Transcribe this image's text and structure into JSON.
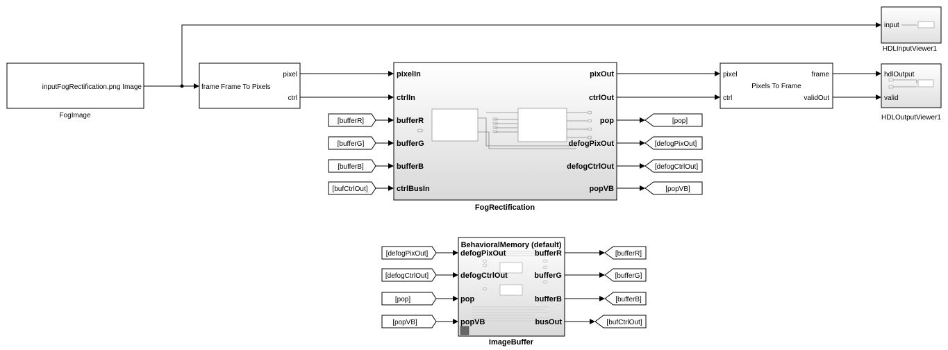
{
  "blocks": {
    "fog_image": {
      "content": "inputFogRectification.png Image",
      "name": "FogImage"
    },
    "frame_to_pixels": {
      "in_port": "frame",
      "center": "Frame To Pixels",
      "out_pixel": "pixel",
      "out_ctrl": "ctrl"
    },
    "fog_rect": {
      "name": "FogRectification",
      "inputs": [
        "pixelIn",
        "ctrlIn",
        "bufferR",
        "bufferG",
        "bufferB",
        "ctrlBusIn"
      ],
      "outputs": [
        "pixOut",
        "ctrlOut",
        "pop",
        "defogPixOut",
        "defogCtrlOut",
        "popVB"
      ]
    },
    "pixels_to_frame": {
      "in_pixel": "pixel",
      "in_ctrl": "ctrl",
      "center": "Pixels To Frame",
      "out_frame": "frame",
      "out_valid": "validOut"
    },
    "hdl_input_viewer": {
      "port": "input",
      "name": "HDLInputViewer1"
    },
    "hdl_output_viewer": {
      "port1": "hdlOutput",
      "port2": "valid",
      "name": "HDLOutputViewer1"
    },
    "image_buffer": {
      "name": "ImageBuffer",
      "title": "BehavioralMemory (default)",
      "inputs": [
        "defogPixOut",
        "defogCtrlOut",
        "pop",
        "popVB"
      ],
      "outputs": [
        "bufferR",
        "bufferG",
        "bufferB",
        "busOut"
      ]
    }
  },
  "from_tags_fog": [
    "[bufferR]",
    "[bufferG]",
    "[bufferB]",
    "[bufCtrlOut]"
  ],
  "goto_tags_fog": [
    "[pop]",
    "[defogPixOut]",
    "[defogCtrlOut]",
    "[popVB]"
  ],
  "from_tags_buf": [
    "[defogPixOut]",
    "[defogCtrlOut]",
    "[pop]",
    "[popVB]"
  ],
  "goto_tags_buf": [
    "[bufferR]",
    "[bufferG]",
    "[bufferB]",
    "[bufCtrlOut]"
  ]
}
